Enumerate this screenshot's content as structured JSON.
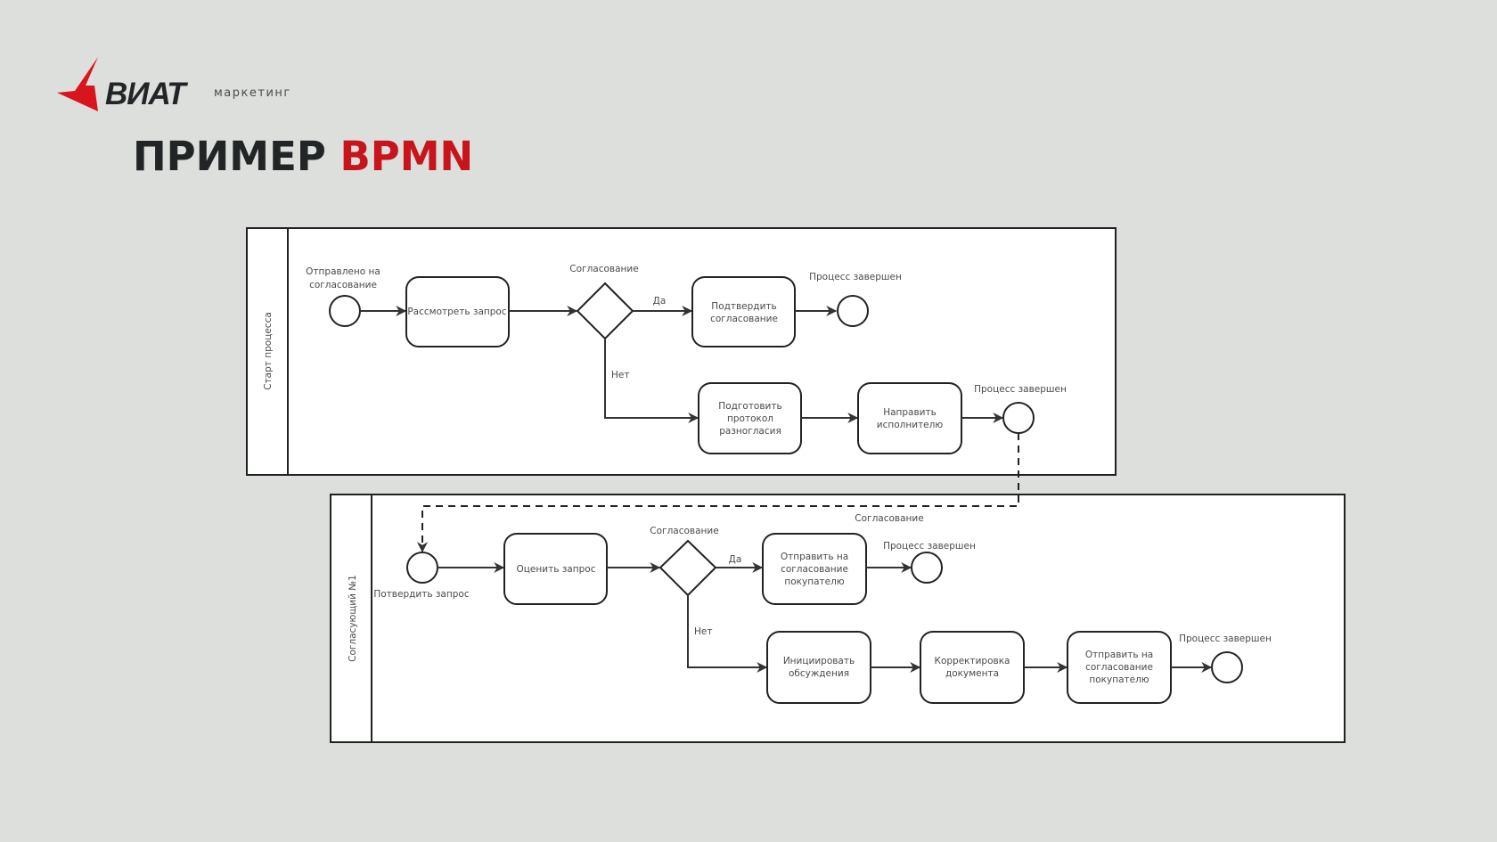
{
  "brand": {
    "name": "ВИАТ",
    "subtitle": "маркетинг",
    "colors": {
      "accent": "#c8141c",
      "dark": "#222526",
      "background": "#dcdfdc"
    }
  },
  "title": {
    "main": "ПРИМЕР",
    "accent": "BPMN"
  },
  "diagram": {
    "pools": [
      {
        "label": "Старт процесса",
        "elements": {
          "start_label": "Отправлено на согласование",
          "start_label_lines": [
            "Отправлено на",
            "согласование"
          ],
          "task_review": [
            "Рассмотреть запрос"
          ],
          "gateway_label": "Согласование",
          "yes_label": "Да",
          "no_label": "Нет",
          "task_confirm": [
            "Подтвердить",
            "согласование"
          ],
          "end_yes_label": "Процесс завершен",
          "task_protocol": [
            "Подготовить",
            "протокол",
            "разногласия"
          ],
          "task_send_executor": [
            "Направить",
            "исполнителю"
          ],
          "end_no_label": "Процесс завершен"
        }
      },
      {
        "label": "Согласующий №1",
        "elements": {
          "message_flow_label": "Согласование",
          "start_label": "Потвердить запрос",
          "task_evaluate": [
            "Оценить запрос"
          ],
          "gateway_label": "Согласование",
          "yes_label": "Да",
          "no_label": "Нет",
          "task_send_buyer": [
            "Отправить на",
            "согласование",
            "покупателю"
          ],
          "end_yes_label": "Процесс завершен",
          "task_initiate": [
            "Инициировать",
            "обсуждения"
          ],
          "task_correct": [
            "Корректировка",
            "документа"
          ],
          "task_send_buyer_2": [
            "Отправить на",
            "согласование",
            "покупателю"
          ],
          "end_no_label": "Процесс завершен"
        }
      }
    ]
  }
}
